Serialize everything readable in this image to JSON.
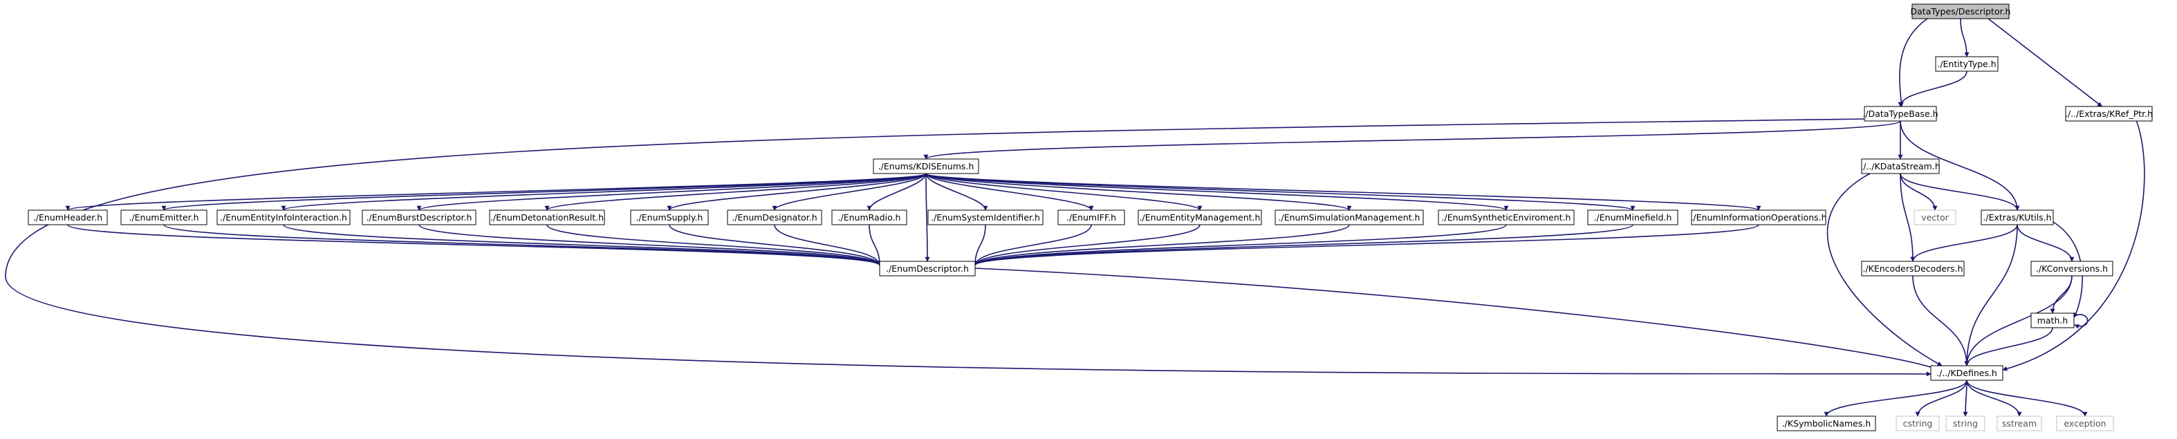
{
  "title": "",
  "colors": {
    "edge": "#191970",
    "node_border": "#000000",
    "root_fill": "#bfbfbf",
    "system_border": "#c0c0c0",
    "background": "#ffffff"
  },
  "nodes": [
    {
      "id": "descriptor",
      "label": "DataTypes/Descriptor.h",
      "root": true
    },
    {
      "id": "entitytype",
      "label": "./EntityType.h"
    },
    {
      "id": "datatypebase",
      "label": "./DataTypeBase.h"
    },
    {
      "id": "krefptr",
      "label": "./../Extras/KRef_Ptr.h"
    },
    {
      "id": "kdisenums",
      "label": "./Enums/KDISEnums.h"
    },
    {
      "id": "kdatastream",
      "label": "./../KDataStream.h"
    },
    {
      "id": "enumheader",
      "label": "./EnumHeader.h"
    },
    {
      "id": "enumemitter",
      "label": "./EnumEmitter.h"
    },
    {
      "id": "enumentityinfo",
      "label": "./EnumEntityInfoInteraction.h"
    },
    {
      "id": "enumburst",
      "label": "./EnumBurstDescriptor.h"
    },
    {
      "id": "enumdetonation",
      "label": "./EnumDetonationResult.h"
    },
    {
      "id": "enumsupply",
      "label": "./EnumSupply.h"
    },
    {
      "id": "enumdesignator",
      "label": "./EnumDesignator.h"
    },
    {
      "id": "enumradio",
      "label": "./EnumRadio.h"
    },
    {
      "id": "enumsystemid",
      "label": "./EnumSystemIdentifier.h"
    },
    {
      "id": "enumiff",
      "label": "./EnumIFF.h"
    },
    {
      "id": "enumentitymgmt",
      "label": "./EnumEntityManagement.h"
    },
    {
      "id": "enumsimmgmt",
      "label": "./EnumSimulationManagement.h"
    },
    {
      "id": "enumsynth",
      "label": "./EnumSyntheticEnviroment.h"
    },
    {
      "id": "enumminefield",
      "label": "./EnumMinefield.h"
    },
    {
      "id": "enuminfoops",
      "label": "./EnumInformationOperations.h"
    },
    {
      "id": "vector",
      "label": "vector",
      "system": true
    },
    {
      "id": "kutils",
      "label": "./Extras/KUtils.h"
    },
    {
      "id": "enumdescriptor",
      "label": "./EnumDescriptor.h"
    },
    {
      "id": "kencoders",
      "label": "./KEncodersDecoders.h"
    },
    {
      "id": "kconversions",
      "label": "./KConversions.h"
    },
    {
      "id": "math",
      "label": "math.h"
    },
    {
      "id": "kdefines",
      "label": "./../KDefines.h"
    },
    {
      "id": "ksymbolic",
      "label": "./KSymbolicNames.h"
    },
    {
      "id": "cstring",
      "label": "cstring",
      "system": true
    },
    {
      "id": "string",
      "label": "string",
      "system": true
    },
    {
      "id": "sstream",
      "label": "sstream",
      "system": true
    },
    {
      "id": "exception",
      "label": "exception",
      "system": true
    }
  ],
  "edges": [
    [
      "descriptor",
      "entitytype"
    ],
    [
      "descriptor",
      "datatypebase"
    ],
    [
      "descriptor",
      "krefptr"
    ],
    [
      "entitytype",
      "datatypebase"
    ],
    [
      "datatypebase",
      "kdisenums"
    ],
    [
      "datatypebase",
      "kdatastream"
    ],
    [
      "datatypebase",
      "kutils"
    ],
    [
      "datatypebase",
      "kdefines"
    ],
    [
      "krefptr",
      "kdefines"
    ],
    [
      "kdisenums",
      "enumheader"
    ],
    [
      "kdisenums",
      "enumemitter"
    ],
    [
      "kdisenums",
      "enumentityinfo"
    ],
    [
      "kdisenums",
      "enumburst"
    ],
    [
      "kdisenums",
      "enumdetonation"
    ],
    [
      "kdisenums",
      "enumsupply"
    ],
    [
      "kdisenums",
      "enumdesignator"
    ],
    [
      "kdisenums",
      "enumradio"
    ],
    [
      "kdisenums",
      "enumsystemid"
    ],
    [
      "kdisenums",
      "enumiff"
    ],
    [
      "kdisenums",
      "enumentitymgmt"
    ],
    [
      "kdisenums",
      "enumsimmgmt"
    ],
    [
      "kdisenums",
      "enumsynth"
    ],
    [
      "kdisenums",
      "enumminefield"
    ],
    [
      "kdisenums",
      "enuminfoops"
    ],
    [
      "kdisenums",
      "enumdescriptor"
    ],
    [
      "enumheader",
      "enumdescriptor"
    ],
    [
      "enumemitter",
      "enumdescriptor"
    ],
    [
      "enumentityinfo",
      "enumdescriptor"
    ],
    [
      "enumburst",
      "enumdescriptor"
    ],
    [
      "enumdetonation",
      "enumdescriptor"
    ],
    [
      "enumsupply",
      "enumdescriptor"
    ],
    [
      "enumdesignator",
      "enumdescriptor"
    ],
    [
      "enumradio",
      "enumdescriptor"
    ],
    [
      "enumsystemid",
      "enumdescriptor"
    ],
    [
      "enumiff",
      "enumdescriptor"
    ],
    [
      "enumentitymgmt",
      "enumdescriptor"
    ],
    [
      "enumsimmgmt",
      "enumdescriptor"
    ],
    [
      "enumsynth",
      "enumdescriptor"
    ],
    [
      "enumminefield",
      "enumdescriptor"
    ],
    [
      "enuminfoops",
      "enumdescriptor"
    ],
    [
      "enumdescriptor",
      "kdefines"
    ],
    [
      "kdatastream",
      "vector"
    ],
    [
      "kdatastream",
      "kutils"
    ],
    [
      "kdatastream",
      "kencoders"
    ],
    [
      "kdatastream",
      "kdefines"
    ],
    [
      "kutils",
      "kencoders"
    ],
    [
      "kutils",
      "kconversions"
    ],
    [
      "kutils",
      "math"
    ],
    [
      "kutils",
      "kdefines"
    ],
    [
      "kencoders",
      "kdefines"
    ],
    [
      "kconversions",
      "math"
    ],
    [
      "kconversions",
      "kdefines"
    ],
    [
      "math",
      "math"
    ],
    [
      "math",
      "kdefines"
    ],
    [
      "kdefines",
      "ksymbolic"
    ],
    [
      "kdefines",
      "cstring"
    ],
    [
      "kdefines",
      "string"
    ],
    [
      "kdefines",
      "sstream"
    ],
    [
      "kdefines",
      "exception"
    ]
  ]
}
